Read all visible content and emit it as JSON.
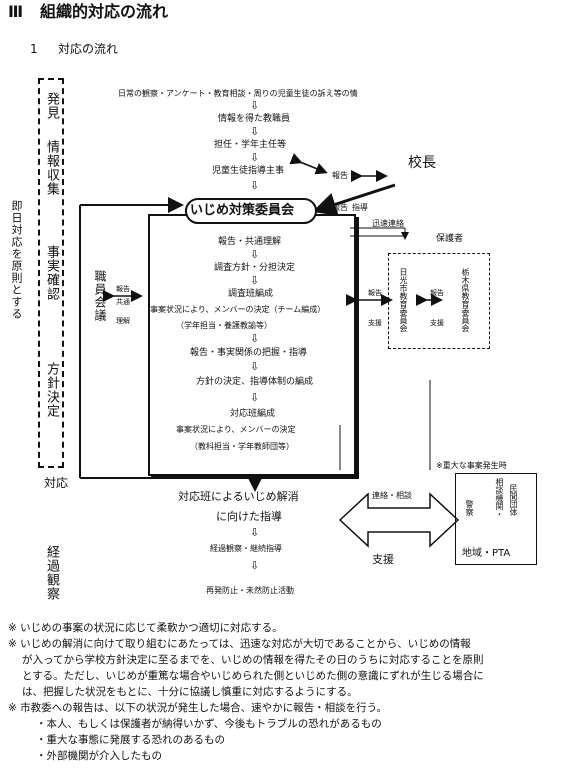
{
  "heading": {
    "num": "Ⅲ",
    "title": "組織的対応の流れ"
  },
  "subheading": {
    "num": "1",
    "title": "対応の流れ"
  },
  "left_labels": {
    "discovery": "発見",
    "info_collect": "情報収集",
    "fact_check": "事実確認",
    "policy": "方針決定",
    "immediate": "即日対応を原則とする",
    "response": "対応",
    "observe": "経過観察"
  },
  "flow": {
    "top": "日常の観察・アンケート・教育相談・周りの児童生徒の訴え等の情",
    "step1": "情報を得た教職員",
    "step2": "担任・学年主任等",
    "step3": "児童生徒指導主事",
    "committee": "いじめ対策委員会",
    "c1": "報告・共通理解",
    "c2": "調査方針・分担決定",
    "c3": "調査班編成",
    "c4": "事案状況により、メンバーの決定（チーム編成）",
    "c5": "（学年担当・養護教諭等）",
    "c6": "報告・事実関係の把握・指導",
    "c7": "方針の決定、指導体制の編成",
    "c8": "対応班編成",
    "c9": "事案状況により、メンバーの決定",
    "c10": "（教科担当・学年教師団等）",
    "resolve1": "対応班によるいじめ解消",
    "resolve2": "に向けた指導",
    "follow": "経過観察・継続指導",
    "prevent": "再発防止・未然防止活動"
  },
  "side": {
    "principal": "校長",
    "report_left": "報告",
    "report_mid": "報告",
    "instruct": "指導",
    "staff_meeting": "職員会議",
    "staff_report": "報告",
    "share": "共通",
    "understand": "理解",
    "parents_contact": "迅速連絡",
    "guardian": "保護者",
    "board1": "日光市教育委員会",
    "board2": "栃木県教育委員会",
    "b_report1": "報告",
    "b_support1": "支援",
    "b_report2": "報告",
    "b_support2": "支援",
    "emergency": "※重大な事案発生時",
    "contact": "連絡・相談",
    "support": "支援",
    "police": "警察",
    "agencies1": "相談機関・",
    "agencies2": "民間団体",
    "community": "地域・PTA"
  },
  "notes": [
    "※ いじめの事案の状況に応じて柔軟かつ適切に対応する。",
    "※ いじめの解消に向けて取り組むにあたっては、迅速な対応が大切であることから、いじめの情報",
    "が入ってから学校方針決定に至るまでを、いじめの情報を得たその日のうちに対応することを原則",
    "とする。ただし、いじめが重篤な場合やいじめられた側といじめた側の意識にずれが生じる場合に",
    "は、把握した状況をもとに、十分に協議し慎重に対応するようにする。",
    "※ 市教委への報告は、以下の状況が発生した場合、速やかに報告・相談を行う。",
    "・本人、もしくは保護者が納得いかず、今後もトラブルの恐れがあるもの",
    "・重大な事態に発展する恐れのあるもの",
    "・外部機関が介入したもの"
  ]
}
